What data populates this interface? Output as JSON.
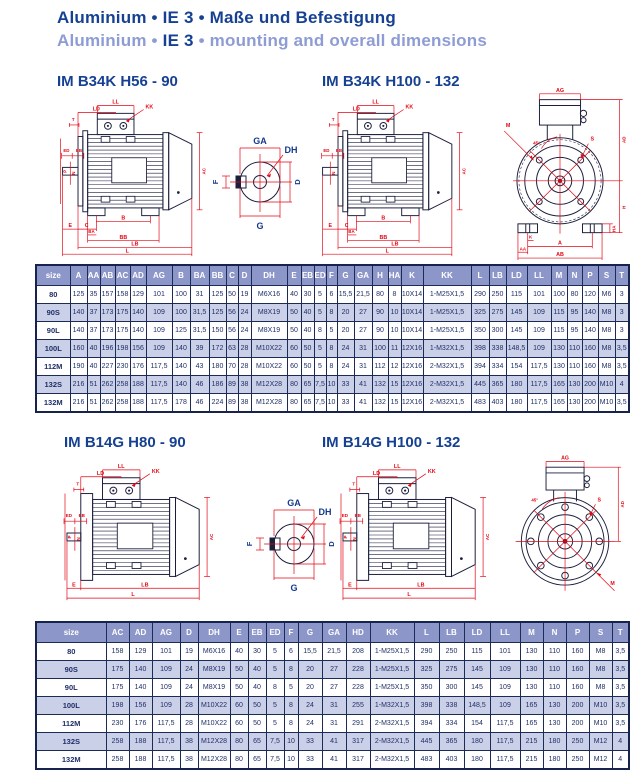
{
  "header": {
    "title_de": "Aluminium • IE 3 • Maße und Befestigung",
    "subtitle_parts": [
      "Aluminium • ",
      "IE 3",
      " • mounting and overall dimensions"
    ]
  },
  "sections": [
    {
      "heading": "IM B34K H56 - 90"
    },
    {
      "heading": "IM B34K H100 - 132"
    },
    {
      "heading": "IM B14G H80 - 90"
    },
    {
      "heading": "IM B14G H100 - 132"
    }
  ],
  "colors": {
    "title_dark": "#164193",
    "title_light": "#8d9cd4",
    "table_header_bg": "#8c96c9",
    "row_alt_bg": "#cbd0e9",
    "cell_text": "#1f2f66",
    "dimension_red": "#e30613",
    "drawing_line": "#1b1f3c"
  },
  "drawings": {
    "d1s": {
      "labels": [
        "LL",
        "LD",
        "KK",
        "T",
        "ED",
        "EB",
        "P",
        "N",
        "AC",
        "B",
        "E",
        "C",
        "BA",
        "BB",
        "LB",
        "L"
      ]
    },
    "d1e": {
      "labels": [
        "GA",
        "DH",
        "F",
        "D",
        "G"
      ]
    },
    "d2s": {
      "labels": [
        "LL",
        "LD",
        "KK",
        "T",
        "ED",
        "EB",
        "N",
        "AC",
        "B",
        "E",
        "C",
        "BA",
        "BB",
        "LB",
        "L"
      ]
    },
    "d2e": {
      "labels": [
        "AG",
        "M",
        "45°",
        "S",
        "AD",
        "H",
        "HA",
        "K",
        "A",
        "AA",
        "AB"
      ]
    },
    "d3s": {
      "labels": [
        "LL",
        "LD",
        "KK",
        "T",
        "ED",
        "EB",
        "P",
        "N",
        "AC",
        "E",
        "LB",
        "L"
      ]
    },
    "d3e": {
      "labels": [
        "GA",
        "DH",
        "F",
        "D",
        "G"
      ]
    },
    "d4s": {
      "labels": [
        "LL",
        "LD",
        "KK",
        "T",
        "ED",
        "EB",
        "P",
        "N",
        "AC",
        "E",
        "LB",
        "L"
      ]
    },
    "d4e": {
      "labels": [
        "AG",
        "45°",
        "S",
        "AD",
        "M"
      ]
    }
  },
  "tables": {
    "b34k": {
      "headers": [
        "size",
        "A",
        "AA",
        "AB",
        "AC",
        "AD",
        "AG",
        "B",
        "BA",
        "BB",
        "C",
        "D",
        "DH",
        "E",
        "EB",
        "ED",
        "F",
        "G",
        "GA",
        "H",
        "HA",
        "K",
        "KK",
        "L",
        "LB",
        "LD",
        "LL",
        "M",
        "N",
        "P",
        "S",
        "T"
      ],
      "rows": [
        [
          "80",
          "125",
          "35",
          "157",
          "158",
          "129",
          "101",
          "100",
          "31",
          "125",
          "50",
          "19",
          "M6X16",
          "40",
          "30",
          "5",
          "6",
          "15,5",
          "21,5",
          "80",
          "8",
          "10X14",
          "1-M25X1,5",
          "290",
          "250",
          "115",
          "101",
          "100",
          "80",
          "120",
          "M6",
          "3"
        ],
        [
          "90S",
          "140",
          "37",
          "173",
          "175",
          "140",
          "109",
          "100",
          "31,5",
          "125",
          "56",
          "24",
          "M8X19",
          "50",
          "40",
          "5",
          "8",
          "20",
          "27",
          "90",
          "10",
          "10X14",
          "1-M25X1,5",
          "325",
          "275",
          "145",
          "109",
          "115",
          "95",
          "140",
          "M8",
          "3"
        ],
        [
          "90L",
          "140",
          "37",
          "173",
          "175",
          "140",
          "109",
          "125",
          "31,5",
          "150",
          "56",
          "24",
          "M8X19",
          "50",
          "40",
          "8",
          "5",
          "20",
          "27",
          "90",
          "10",
          "10X14",
          "1-M25X1,5",
          "350",
          "300",
          "145",
          "109",
          "115",
          "95",
          "140",
          "M8",
          "3"
        ],
        [
          "100L",
          "160",
          "40",
          "196",
          "198",
          "156",
          "109",
          "140",
          "39",
          "172",
          "63",
          "28",
          "M10X22",
          "60",
          "50",
          "5",
          "8",
          "24",
          "31",
          "100",
          "11",
          "12X16",
          "1-M32X1,5",
          "398",
          "338",
          "148,5",
          "109",
          "130",
          "110",
          "160",
          "M8",
          "3,5"
        ],
        [
          "112M",
          "190",
          "40",
          "227",
          "230",
          "176",
          "117,5",
          "140",
          "43",
          "180",
          "70",
          "28",
          "M10X22",
          "60",
          "50",
          "5",
          "8",
          "24",
          "31",
          "112",
          "12",
          "12X16",
          "2-M32X1,5",
          "394",
          "334",
          "154",
          "117,5",
          "130",
          "110",
          "160",
          "M8",
          "3,5"
        ],
        [
          "132S",
          "216",
          "51",
          "262",
          "258",
          "188",
          "117,5",
          "140",
          "46",
          "186",
          "89",
          "38",
          "M12X28",
          "80",
          "65",
          "7,5",
          "10",
          "33",
          "41",
          "132",
          "15",
          "12X16",
          "2-M32X1,5",
          "445",
          "365",
          "180",
          "117,5",
          "165",
          "130",
          "200",
          "M10",
          "4"
        ],
        [
          "132M",
          "216",
          "51",
          "262",
          "258",
          "188",
          "117,5",
          "178",
          "46",
          "224",
          "89",
          "38",
          "M12X28",
          "80",
          "65",
          "7,5",
          "10",
          "33",
          "41",
          "132",
          "15",
          "12X16",
          "2-M32X1,5",
          "483",
          "403",
          "180",
          "117,5",
          "165",
          "130",
          "200",
          "M10",
          "3,5"
        ]
      ]
    },
    "b14g": {
      "headers": [
        "size",
        "AC",
        "AD",
        "AG",
        "D",
        "DH",
        "E",
        "EB",
        "ED",
        "F",
        "G",
        "GA",
        "HD",
        "KK",
        "L",
        "LB",
        "LD",
        "LL",
        "M",
        "N",
        "P",
        "S",
        "T"
      ],
      "rows": [
        [
          "80",
          "158",
          "129",
          "101",
          "19",
          "M6X16",
          "40",
          "30",
          "5",
          "6",
          "15,5",
          "21,5",
          "208",
          "1-M25X1,5",
          "290",
          "250",
          "115",
          "101",
          "130",
          "110",
          "160",
          "M8",
          "3,5"
        ],
        [
          "90S",
          "175",
          "140",
          "109",
          "24",
          "M8X19",
          "50",
          "40",
          "5",
          "8",
          "20",
          "27",
          "228",
          "1-M25X1,5",
          "325",
          "275",
          "145",
          "109",
          "130",
          "110",
          "160",
          "M8",
          "3,5"
        ],
        [
          "90L",
          "175",
          "140",
          "109",
          "24",
          "M8X19",
          "50",
          "40",
          "8",
          "5",
          "20",
          "27",
          "228",
          "1-M25X1,5",
          "350",
          "300",
          "145",
          "109",
          "130",
          "110",
          "160",
          "M8",
          "3,5"
        ],
        [
          "100L",
          "198",
          "156",
          "109",
          "28",
          "M10X22",
          "60",
          "50",
          "5",
          "8",
          "24",
          "31",
          "255",
          "1-M32X1,5",
          "398",
          "338",
          "148,5",
          "109",
          "165",
          "130",
          "200",
          "M10",
          "3,5"
        ],
        [
          "112M",
          "230",
          "176",
          "117,5",
          "28",
          "M10X22",
          "60",
          "50",
          "5",
          "8",
          "24",
          "31",
          "291",
          "2-M32X1,5",
          "394",
          "334",
          "154",
          "117,5",
          "165",
          "130",
          "200",
          "M10",
          "3,5"
        ],
        [
          "132S",
          "258",
          "188",
          "117,5",
          "38",
          "M12X28",
          "80",
          "65",
          "7,5",
          "10",
          "33",
          "41",
          "317",
          "2-M32X1,5",
          "445",
          "365",
          "180",
          "117,5",
          "215",
          "180",
          "250",
          "M12",
          "4"
        ],
        [
          "132M",
          "258",
          "188",
          "117,5",
          "38",
          "M12X28",
          "80",
          "65",
          "7,5",
          "10",
          "33",
          "41",
          "317",
          "2-M32X1,5",
          "483",
          "403",
          "180",
          "117,5",
          "215",
          "180",
          "250",
          "M12",
          "4"
        ]
      ]
    }
  }
}
